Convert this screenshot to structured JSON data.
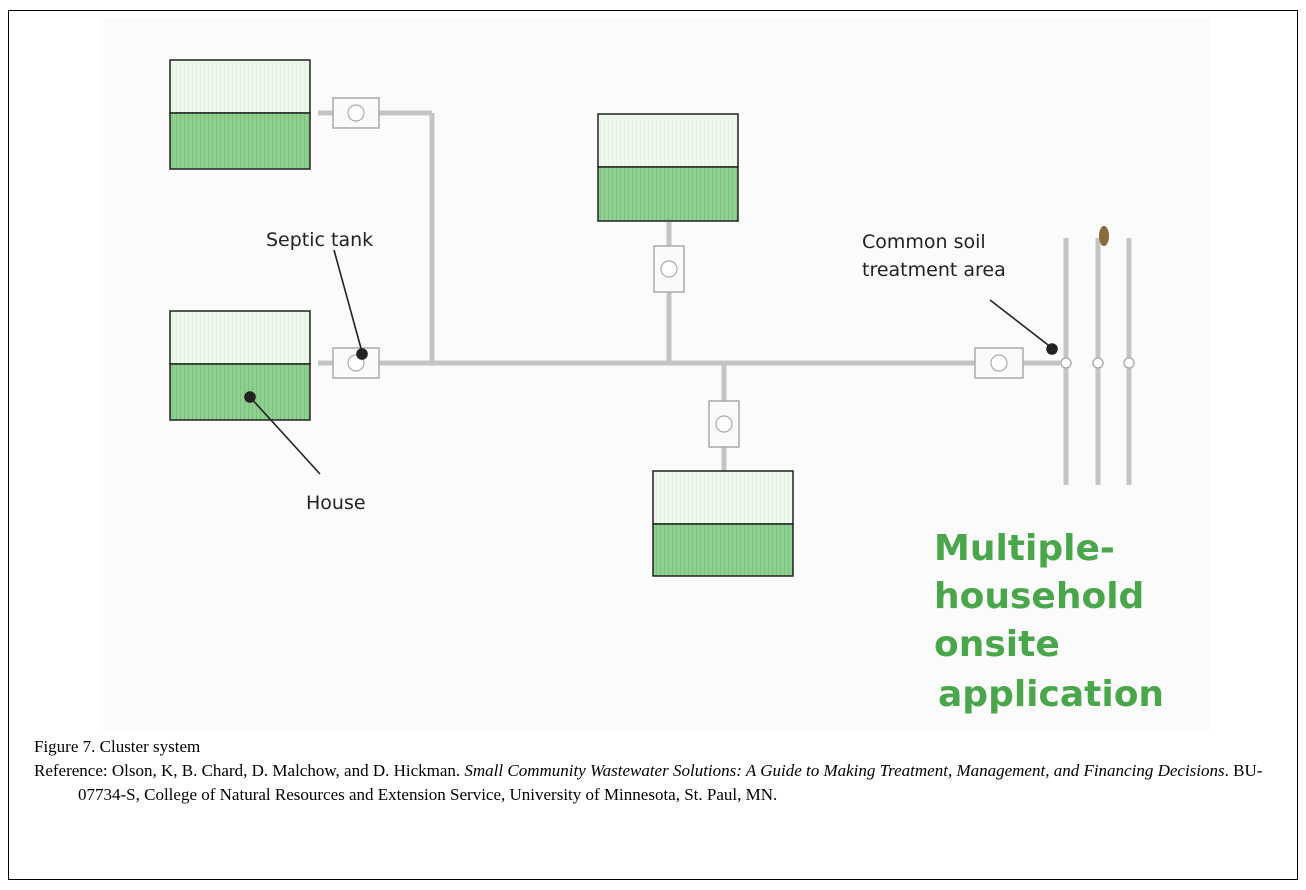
{
  "labels": {
    "septic_tank": "Septic tank",
    "house": "House",
    "common_soil_line1": "Common soil",
    "common_soil_line2": "treatment area"
  },
  "title_lines": [
    "Multiple-",
    "household",
    "onsite",
    "application"
  ],
  "caption": {
    "figure": "Figure 7. Cluster system",
    "ref_prefix": "Reference: Olson, K, B. Chard, D. Malchow, and D. Hickman. ",
    "ref_title": "Small Community Wastewater Solutions: A Guide to Making Treatment, Management, and Financing Decisions",
    "ref_suffix": ". BU-07734-S, College of Natural Resources and Extension Service, University of Minnesota, St. Paul, MN."
  },
  "colors": {
    "house_fill": "#7cc37c",
    "pipe": "#c4c4c4",
    "title": "#4aa64a"
  }
}
